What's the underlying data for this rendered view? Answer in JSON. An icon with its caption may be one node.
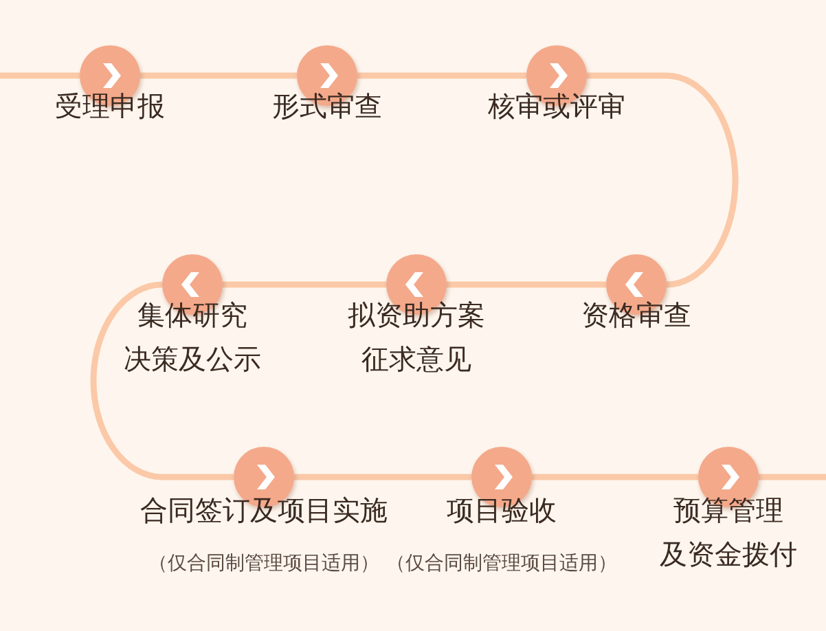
{
  "diagram": {
    "nodes": [
      {
        "text": [
          "受理申报"
        ]
      },
      {
        "text": [
          "形式审查"
        ]
      },
      {
        "text": [
          "核审或评审"
        ]
      },
      {
        "text": [
          "资格审查"
        ]
      },
      {
        "text": [
          "拟资助方案征求意见"
        ]
      },
      {
        "text": [
          "集体研究决策及公示"
        ]
      },
      {
        "text": [
          "合同签订及项目实施"
        ],
        "beside": [
          "（仅合同制管理项目适用）"
        ]
      },
      {
        "text": [
          "项目验收"
        ],
        "beside": [
          "（仅合同制管理项目适用）"
        ]
      },
      {
        "text": [
          "预算管理及资金拨付"
        ]
      }
    ],
    "edges": [
      {
        "from": null,
        "to": 0,
        "arrow": "none"
      },
      {
        "from": 0,
        "to": 1,
        "arrow": "none"
      },
      {
        "from": 1,
        "to": 2,
        "arrow": "none"
      },
      {
        "from": 2,
        "to": 3,
        "arrow": "none"
      },
      {
        "from": 3,
        "to": 4,
        "arrow": "none"
      },
      {
        "from": 4,
        "to": 5,
        "arrow": "none"
      },
      {
        "from": 5,
        "to": 6,
        "arrow": "none"
      },
      {
        "from": 6,
        "to": 7,
        "arrow": "none"
      },
      {
        "from": 7,
        "to": 8,
        "arrow": "none"
      },
      {
        "from": 8,
        "to": null,
        "arrow": "none"
      }
    ]
  }
}
